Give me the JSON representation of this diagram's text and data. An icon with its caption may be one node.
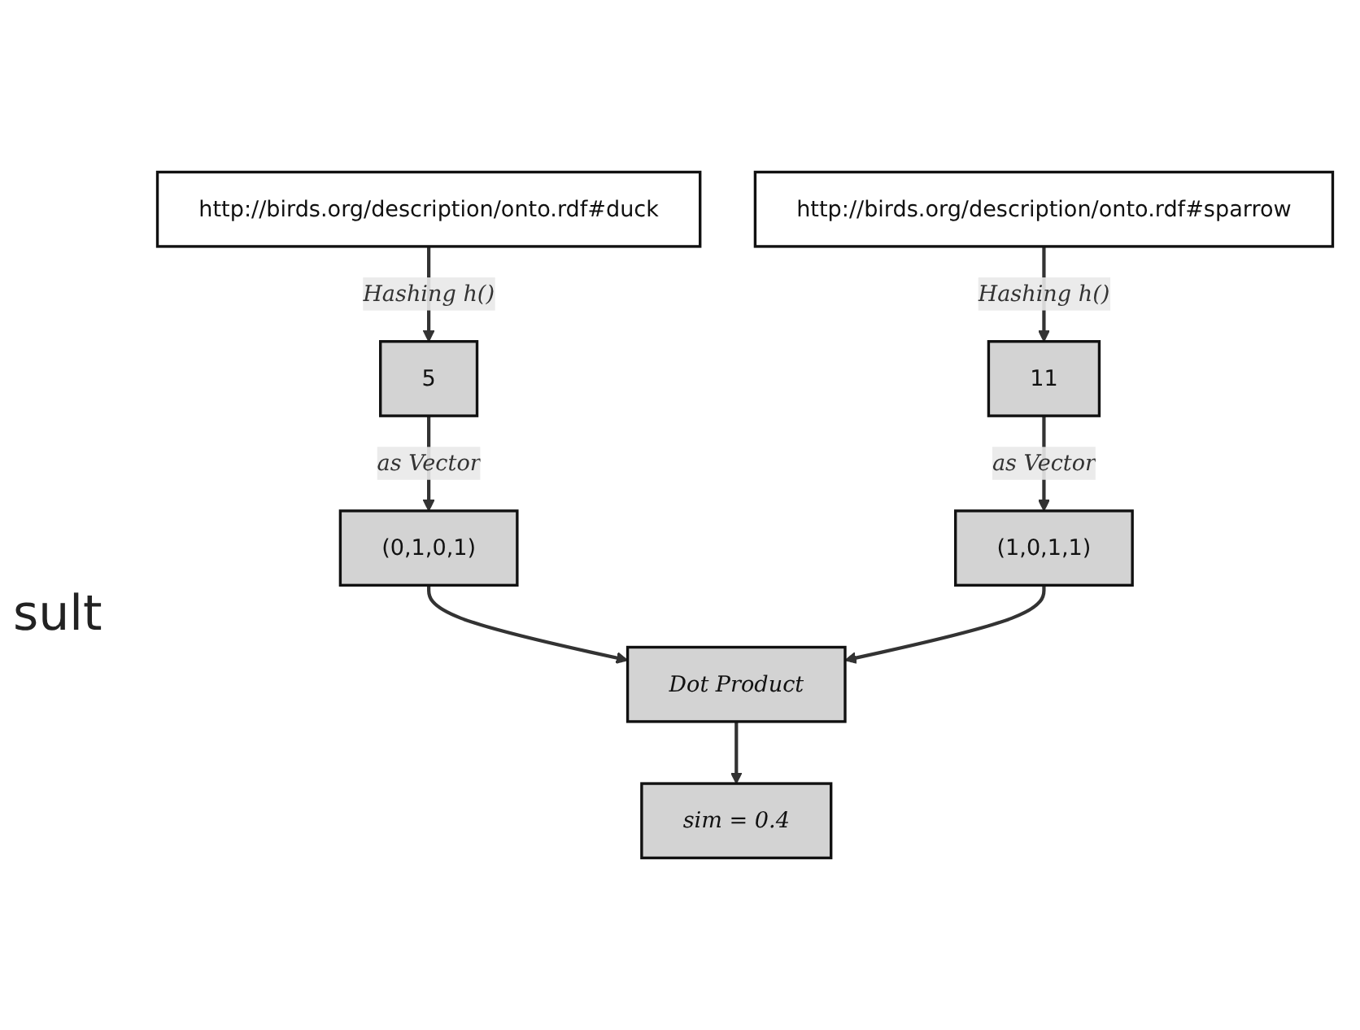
{
  "diagram": {
    "nodes": [
      {
        "text": [
          "http://birds.org/description/onto.rdf#sparrow"
        ]
      },
      {
        "text": [
          "http://birds.org/description/onto.rdf#duck"
        ]
      },
      {
        "text": [
          "5"
        ]
      },
      {
        "text": [
          "11"
        ]
      },
      {
        "text": [
          "(0,1,0,1)"
        ]
      },
      {
        "text": [
          "(1,0,1,1)"
        ]
      },
      {
        "text": [
          "Dot Product"
        ]
      },
      {
        "text": [
          "sim = 0.4"
        ]
      }
    ],
    "edges": [
      {
        "from": 1,
        "to": 2,
        "arrow": "to",
        "label": "Hashing h()"
      },
      {
        "from": 0,
        "to": 3,
        "arrow": "to",
        "label": "Hashing h()"
      },
      {
        "from": 2,
        "to": 4,
        "arrow": "to",
        "label": "as Vector"
      },
      {
        "from": 3,
        "to": 5,
        "arrow": "to",
        "label": "as Vector"
      },
      {
        "from": 4,
        "to": 6,
        "arrow": "to"
      },
      {
        "from": 5,
        "to": 6,
        "arrow": "to"
      },
      {
        "from": 6,
        "to": 7,
        "arrow": "to"
      }
    ],
    "labels": [
      "sult"
    ]
  }
}
